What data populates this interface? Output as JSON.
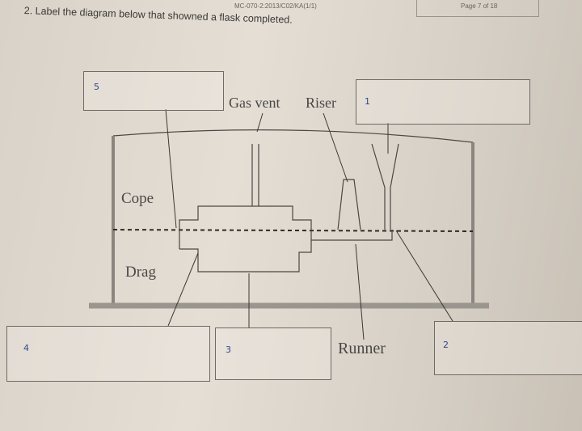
{
  "header": {
    "code": "MC-070-2:2013/C02/KA(1/1)",
    "page": "Page 7 of 18"
  },
  "question": "2. Label the diagram below that showned a flask completed.",
  "diagram": {
    "labels": {
      "gas_vent": "Gas vent",
      "riser": "Riser",
      "cope": "Cope",
      "drag": "Drag",
      "runner": "Runner"
    },
    "answer_boxes": [
      {
        "id": "box-5",
        "answer": "5"
      },
      {
        "id": "box-1",
        "answer": "1"
      },
      {
        "id": "box-4",
        "answer": "4"
      },
      {
        "id": "box-3",
        "answer": "3"
      },
      {
        "id": "box-2",
        "answer": "2"
      }
    ]
  }
}
